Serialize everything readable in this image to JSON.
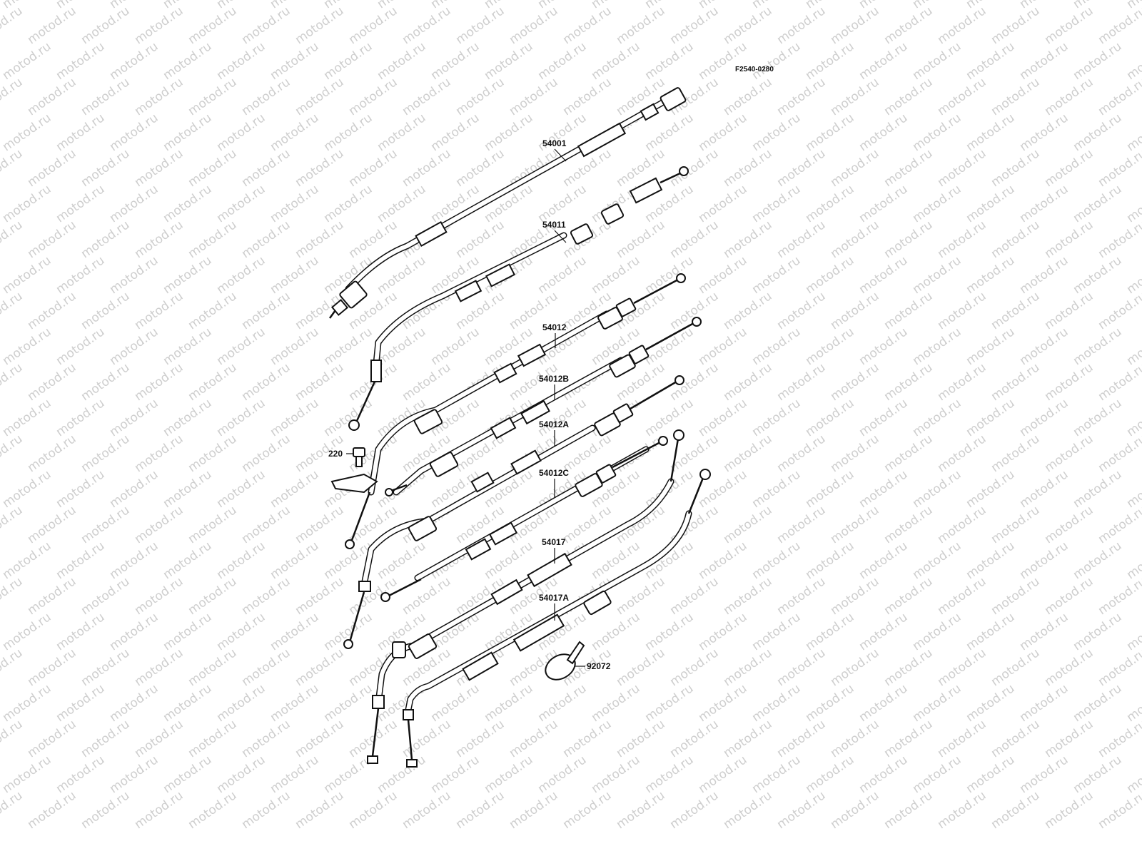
{
  "diagram": {
    "figure_code": "F2540-0280",
    "watermark_text": "motod.ru",
    "callouts": {
      "c54001": "54001",
      "c54011": "54011",
      "c54012": "54012",
      "c54012B": "54012B",
      "c54012A": "54012A",
      "c54012C": "54012C",
      "c54017": "54017",
      "c54017A": "54017A",
      "c220": "220",
      "c92072": "92072"
    }
  }
}
